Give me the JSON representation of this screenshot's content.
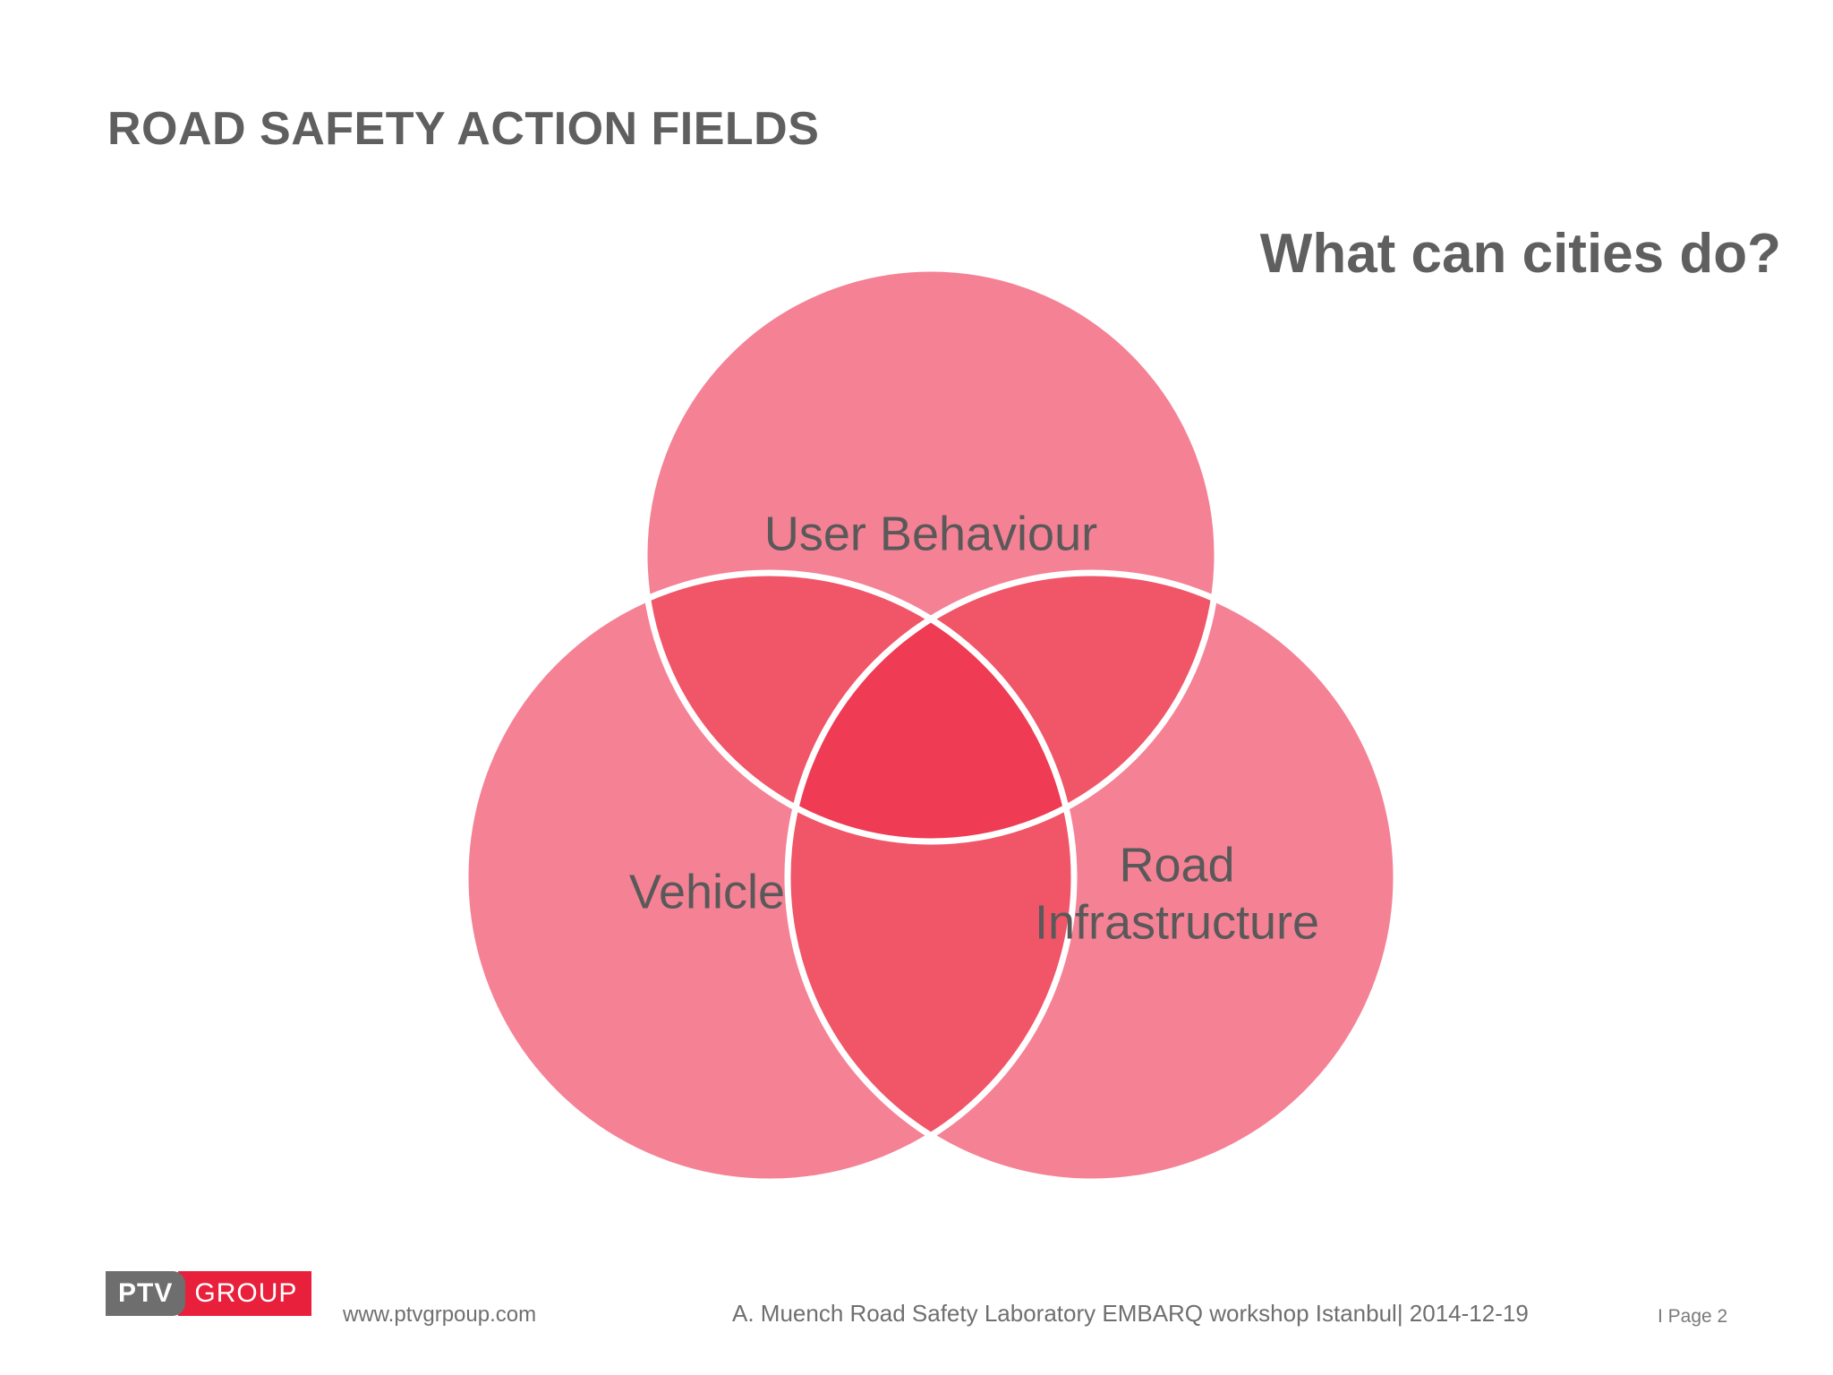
{
  "slide": {
    "title": "ROAD SAFETY ACTION FIELDS",
    "headline": "What can cities do?",
    "background_color": "#FFFFFF",
    "text_color": "#5F5F5F"
  },
  "venn": {
    "stroke_color": "#FFFFFF",
    "base_fill": "#F58195",
    "pair_overlap_fill": "#F05568",
    "triple_overlap_fill": "#EF3B54",
    "label_color": "#595959",
    "circles": [
      {
        "id": "user-behaviour",
        "label": "User Behaviour",
        "label_line2": ""
      },
      {
        "id": "vehicle",
        "label": "Vehicle",
        "label_line2": ""
      },
      {
        "id": "road-infrastructure",
        "label": "Road",
        "label_line2": "Infrastructure"
      }
    ]
  },
  "footer": {
    "logo_primary": "PTV",
    "logo_secondary": "GROUP",
    "logo_primary_color": "#6E6E6E",
    "logo_secondary_color": "#E8203C",
    "url": "www.ptvgrpoup.com",
    "credit": "A. Muench Road Safety Laboratory EMBARQ workshop Istanbul| 2014-12-19",
    "page": "I Page 2"
  }
}
